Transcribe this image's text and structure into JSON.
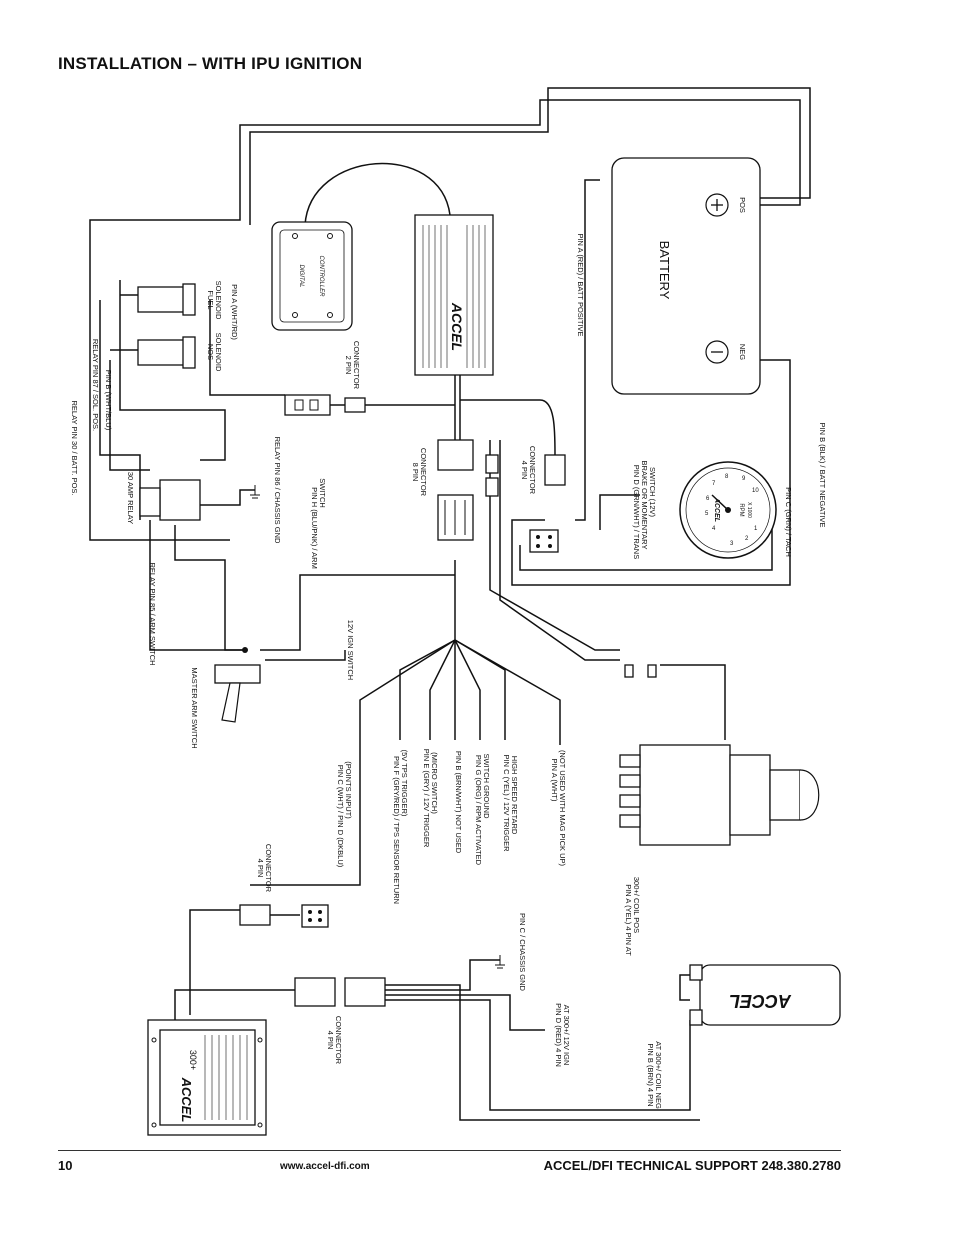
{
  "title": "INSTALLATION – WITH IPU IGNITION",
  "footer": {
    "page_number": "10",
    "website": "www.accel-dfi.com",
    "support": "ACCEL/DFI TECHNICAL SUPPORT 248.380.2780"
  },
  "components": {
    "battery": {
      "label": "BATTERY",
      "pos": "POS",
      "neg": "NEG"
    },
    "controller": {
      "label1": "DIGITAL",
      "label2": "CONTROLLER"
    },
    "module_brand": "ACCEL",
    "tach": {
      "brand": "ACCEL",
      "rpm": "RPM",
      "scale": "X 1000",
      "numbers": [
        "1",
        "2",
        "3",
        "4",
        "5",
        "6",
        "7",
        "8",
        "9",
        "10"
      ]
    },
    "ignition_box": {
      "brand": "ACCEL",
      "model": "300+"
    },
    "coil_brand": "ACCEL"
  },
  "labels": {
    "fuel_solenoid": [
      "FUEL",
      "SOLENOID"
    ],
    "nos_solenoid": [
      "NOS",
      "SOLENOID"
    ],
    "pin_a_wht_rd": "PIN A (WHT/RD)",
    "two_pin_connector": [
      "2 PIN",
      "CONNECTOR"
    ],
    "relay_pin_30": "RELAY PIN 30 / BATT. POS.",
    "relay_pin_87": "RELAY PIN 87 / SOL. POS.",
    "pin_b_wht_blu": "PIN B (WHT/BLU)",
    "amp_relay": "30 AMP RELAY",
    "relay_pin_86": "RELAY PIN 86 / CHASSIS GND",
    "relay_pin_85": "RELAY PIN 85 / ARM SWITCH",
    "pin_h": [
      "PIN H (BLU/PNK) / ARM",
      "SWITCH"
    ],
    "eight_pin_connector": [
      "8 PIN",
      "CONNECTOR"
    ],
    "four_pin_connector_top": [
      "4 PIN",
      "CONNECTOR"
    ],
    "pin_a_red_batt": "PIN A (RED) / BATT POSITIVE",
    "pin_b_blk_batt": "PIN B (BLK) / BATT NEGATIVE",
    "pin_c_grn_tach": "PIN C (GRN) / TACH",
    "pin_d_grn_wht": [
      "PIN D (GRN/WHT) / TRANS",
      "BRAKE OR MOMENTARY",
      "SWITCH (12V)"
    ],
    "master_arm_switch": "MASTER ARM SWITCH",
    "ign_switch": "12V IGN SWITCH",
    "pin_c_wht": [
      "PIN C (WHT) / PIN D (DKBLU)",
      "(POINTS INPUT)"
    ],
    "pin_f": [
      "PIN F (GRY/RED) / TPS SENSOR RETURN",
      "(5V TPS TRIGGER)"
    ],
    "pin_e": [
      "PIN E (GRY) / 12V TRIGGER",
      "(MICRO SWITCH)"
    ],
    "pin_b_brn_wht": "PIN B (BRN/WHT) NOT USED",
    "pin_g": [
      "PIN G (ORG) / RPM ACTIVATED",
      "SWITCH GROUND"
    ],
    "pin_c_yel": [
      "PIN C (YEL) / 12V TRIGGER",
      "HIGH SPEED RETARD"
    ],
    "pin_a_wht": [
      "PIN A (WHT)",
      "(NOT USED WITH MAG PICK UP)"
    ],
    "four_pin_connector_left": [
      "4 PIN",
      "CONNECTOR"
    ],
    "four_pin_connector_bottom": [
      "4 PIN",
      "CONNECTOR"
    ],
    "pin_c_chassis": "PIN C / CHASSIS GND",
    "pin_d_red": [
      "PIN D (RED) 4 PIN",
      "AT 300+/ 12V IGN"
    ],
    "pin_a_yel": [
      "PIN A (YEL) 4 PIN AT",
      "300+/ COIL POS"
    ],
    "pin_b_brn": [
      "PIN B (BRN) 4 PIN",
      "AT 300+/ COIL NEG"
    ]
  }
}
